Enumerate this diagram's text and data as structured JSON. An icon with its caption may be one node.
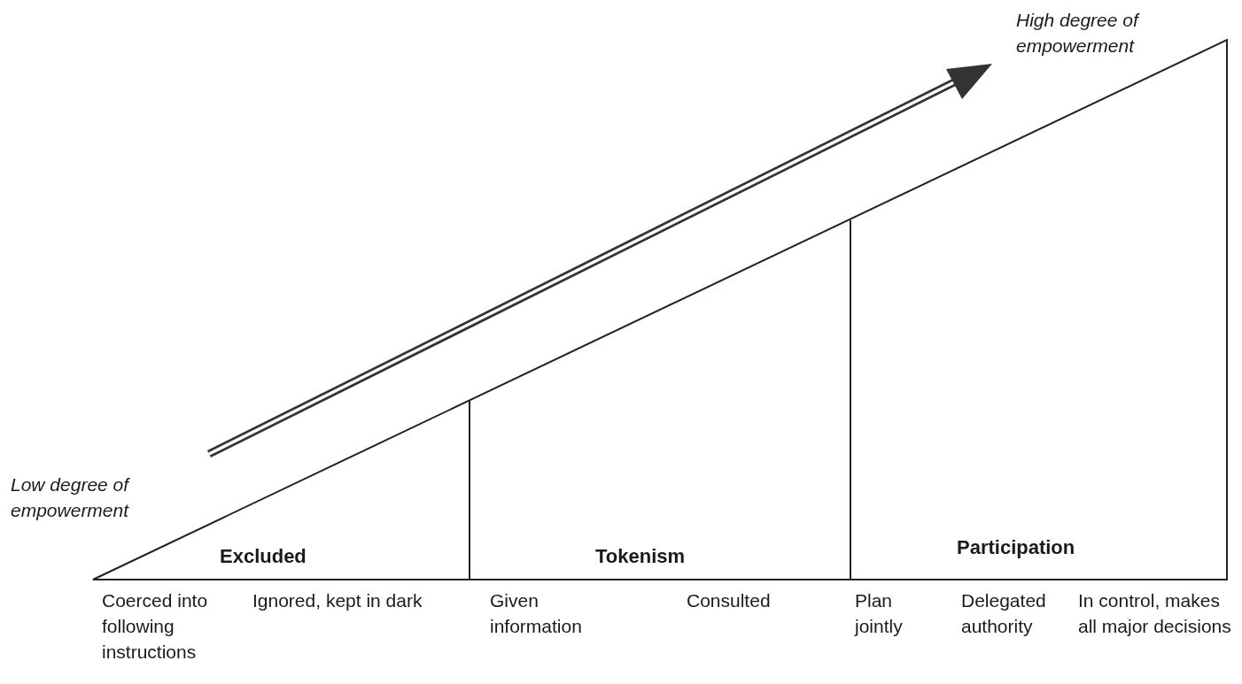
{
  "diagram": {
    "labels": [
      "High degree of empowerment",
      "Low degree of empowerment",
      "Excluded",
      "Tokenism",
      "Participation",
      "Coerced into following instructions",
      "Ignored, kept in dark",
      "Given information",
      "Consulted",
      "Plan jointly",
      "Delegated authority",
      "In control, makes all major decisions"
    ]
  }
}
